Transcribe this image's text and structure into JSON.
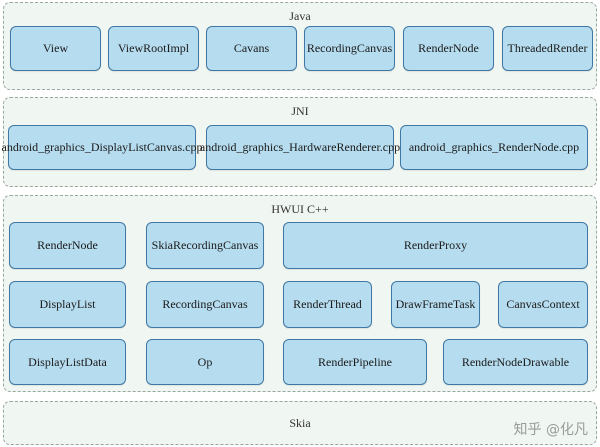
{
  "layers": {
    "java": {
      "title": "Java",
      "items": [
        "View",
        "ViewRootImpl",
        "Cavans",
        "RecordingCanvas",
        "RenderNode",
        "ThreadedRender"
      ]
    },
    "jni": {
      "title": "JNI",
      "items": [
        "android_graphics_DisplayListCanvas.cpp",
        "android_graphics_HardwareRenderer.cpp",
        "android_graphics_RenderNode.cpp"
      ]
    },
    "hwui": {
      "title": "HWUI C++",
      "row1": [
        "RenderNode",
        "SkiaRecordingCanvas",
        "RenderProxy"
      ],
      "row2": [
        "DisplayList",
        "RecordingCanvas",
        "RenderThread",
        "DrawFrameTask",
        "CanvasContext"
      ],
      "row3": [
        "DisplayListData",
        "Op",
        "RenderPipeline",
        "RenderNodeDrawable"
      ]
    },
    "skia": {
      "title": "Skia"
    }
  },
  "watermark": "知乎 @化凡",
  "colors": {
    "box_fill": "#b6dcef",
    "box_border": "#3f78a4",
    "layer_fill": "#f0f6f1"
  }
}
